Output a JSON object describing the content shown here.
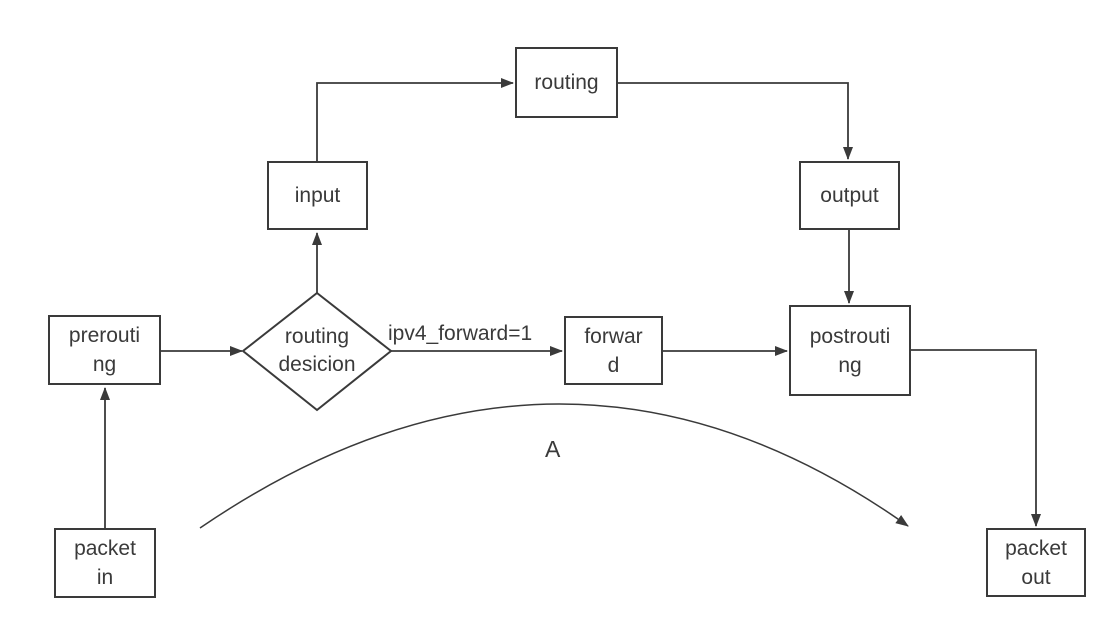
{
  "colors": {
    "stroke": "#3a3a3a",
    "canvas_background": "#ffffff",
    "node_fill": "#ffffff"
  },
  "nodes": {
    "routing": {
      "line1": "routing"
    },
    "input": {
      "line1": "input"
    },
    "output": {
      "line1": "output"
    },
    "prerouting": {
      "line1": "prerouti",
      "line2": "ng"
    },
    "routing_decision": {
      "line1": "routing",
      "line2": "desicion"
    },
    "forward": {
      "line1": "forwar",
      "line2": "d"
    },
    "postrouting": {
      "line1": "postrouti",
      "line2": "ng"
    },
    "packet_in": {
      "line1": "packet",
      "line2": "in"
    },
    "packet_out": {
      "line1": "packet",
      "line2": "out"
    }
  },
  "edge_labels": {
    "forward_condition": "ipv4_forward=1",
    "arc": "A"
  }
}
